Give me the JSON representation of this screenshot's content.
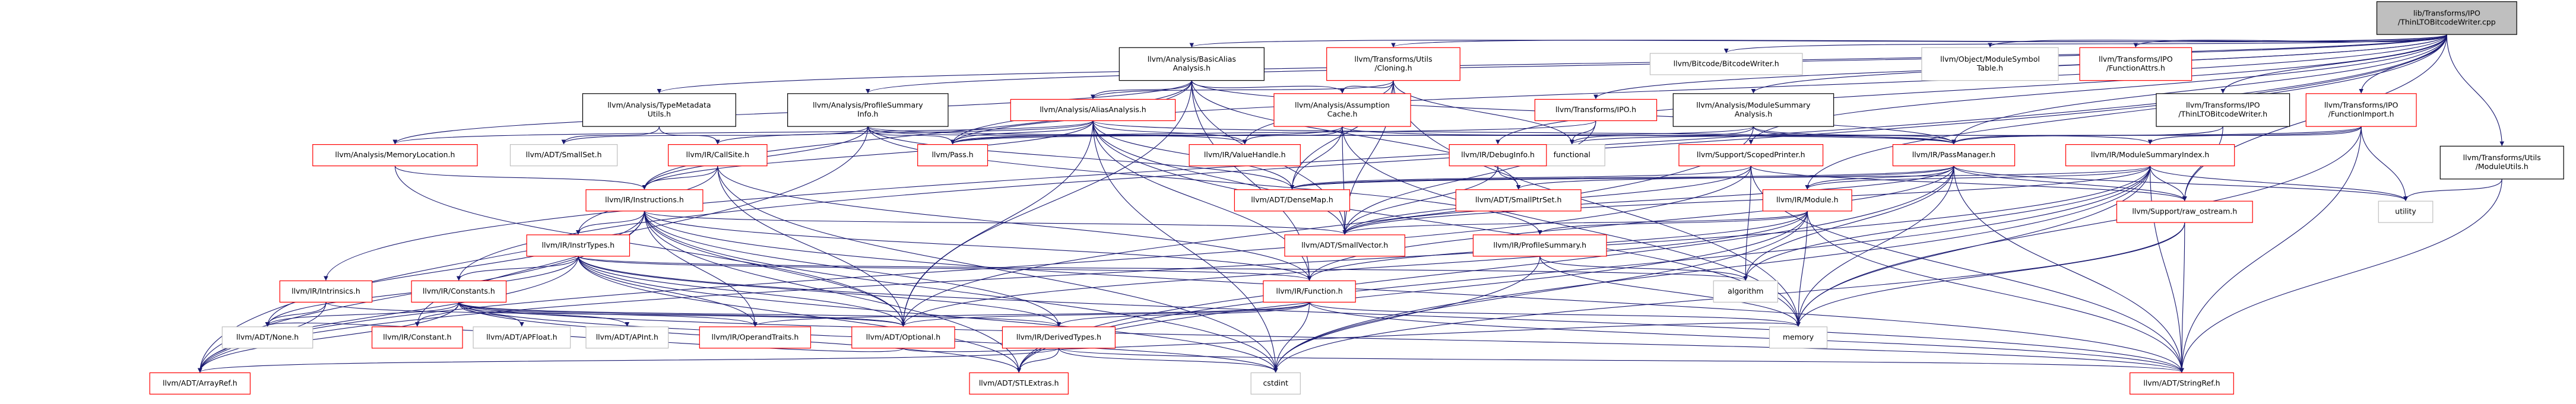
{
  "colors": {
    "edge": "#191970",
    "root_fill": "#bfbfbf",
    "root_border": "#000000",
    "red_border": "#ff0000",
    "black_border": "#000000",
    "grey_border": "#bfbfbf",
    "text": "#000000"
  },
  "nodes": [
    {
      "id": "root",
      "style": "root",
      "lines": [
        "lib/Transforms/IPO",
        "/ThinLTOBitcodeWriter.cpp"
      ]
    },
    {
      "id": "basicaa",
      "style": "black",
      "lines": [
        "llvm/Analysis/BasicAlias",
        "Analysis.h"
      ]
    },
    {
      "id": "cloning",
      "style": "red",
      "lines": [
        "llvm/Transforms/Utils",
        "/Cloning.h"
      ]
    },
    {
      "id": "bitcodewriter",
      "style": "grey",
      "lines": [
        "llvm/Bitcode/BitcodeWriter.h"
      ]
    },
    {
      "id": "modsymtab",
      "style": "grey",
      "lines": [
        "llvm/Object/ModuleSymbol",
        "Table.h"
      ]
    },
    {
      "id": "funcattrs",
      "style": "red",
      "lines": [
        "llvm/Transforms/IPO",
        "/FunctionAttrs.h"
      ]
    },
    {
      "id": "typemeta",
      "style": "black",
      "lines": [
        "llvm/Analysis/TypeMetadata",
        "Utils.h"
      ]
    },
    {
      "id": "profsumm",
      "style": "black",
      "lines": [
        "llvm/Analysis/ProfileSummary",
        "Info.h"
      ]
    },
    {
      "id": "aliasanalysis",
      "style": "red",
      "lines": [
        "llvm/Analysis/AliasAnalysis.h"
      ]
    },
    {
      "id": "assumption",
      "style": "red",
      "lines": [
        "llvm/Analysis/Assumption",
        "Cache.h"
      ]
    },
    {
      "id": "ipo",
      "style": "red",
      "lines": [
        "llvm/Transforms/IPO.h"
      ]
    },
    {
      "id": "modsummana",
      "style": "black",
      "lines": [
        "llvm/Analysis/ModuleSummary",
        "Analysis.h"
      ]
    },
    {
      "id": "thinltoh",
      "style": "black",
      "lines": [
        "llvm/Transforms/IPO",
        "/ThinLTOBitcodeWriter.h"
      ]
    },
    {
      "id": "funcimport",
      "style": "red",
      "lines": [
        "llvm/Transforms/IPO",
        "/FunctionImport.h"
      ]
    },
    {
      "id": "moduleutils",
      "style": "black",
      "lines": [
        "llvm/Transforms/Utils",
        "/ModuleUtils.h"
      ]
    },
    {
      "id": "memloc",
      "style": "red",
      "lines": [
        "llvm/Analysis/MemoryLocation.h"
      ]
    },
    {
      "id": "smallset",
      "style": "grey",
      "lines": [
        "llvm/ADT/SmallSet.h"
      ]
    },
    {
      "id": "callsite",
      "style": "red",
      "lines": [
        "llvm/IR/CallSite.h"
      ]
    },
    {
      "id": "pass",
      "style": "red",
      "lines": [
        "llvm/Pass.h"
      ]
    },
    {
      "id": "valuehandle",
      "style": "red",
      "lines": [
        "llvm/IR/ValueHandle.h"
      ]
    },
    {
      "id": "functional",
      "style": "grey",
      "lines": [
        "functional"
      ]
    },
    {
      "id": "debuginfo",
      "style": "red",
      "lines": [
        "llvm/IR/DebugInfo.h"
      ]
    },
    {
      "id": "passmanager",
      "style": "red",
      "lines": [
        "llvm/IR/PassManager.h"
      ]
    },
    {
      "id": "modsummidx",
      "style": "red",
      "lines": [
        "llvm/IR/ModuleSummaryIndex.h"
      ]
    },
    {
      "id": "scopedprinter",
      "style": "red",
      "lines": [
        "llvm/Support/ScopedPrinter.h"
      ]
    },
    {
      "id": "utility",
      "style": "grey",
      "lines": [
        "utility"
      ]
    },
    {
      "id": "densemap",
      "style": "red",
      "lines": [
        "llvm/ADT/DenseMap.h"
      ]
    },
    {
      "id": "smallptrset",
      "style": "red",
      "lines": [
        "llvm/ADT/SmallPtrSet.h"
      ]
    },
    {
      "id": "instructions",
      "style": "red",
      "lines": [
        "llvm/IR/Instructions.h"
      ]
    },
    {
      "id": "module",
      "style": "red",
      "lines": [
        "llvm/IR/Module.h"
      ]
    },
    {
      "id": "rawostream",
      "style": "red",
      "lines": [
        "llvm/Support/raw_ostream.h"
      ]
    },
    {
      "id": "smallvector",
      "style": "red",
      "lines": [
        "llvm/ADT/SmallVector.h"
      ]
    },
    {
      "id": "instrtypes",
      "style": "red",
      "lines": [
        "llvm/IR/InstrTypes.h"
      ]
    },
    {
      "id": "profilesummary",
      "style": "red",
      "lines": [
        "llvm/IR/ProfileSummary.h"
      ]
    },
    {
      "id": "algorithm",
      "style": "grey",
      "lines": [
        "algorithm"
      ]
    },
    {
      "id": "intrinsics",
      "style": "red",
      "lines": [
        "llvm/IR/Intrinsics.h"
      ]
    },
    {
      "id": "constants",
      "style": "red",
      "lines": [
        "llvm/IR/Constants.h"
      ]
    },
    {
      "id": "function",
      "style": "red",
      "lines": [
        "llvm/IR/Function.h"
      ]
    },
    {
      "id": "none",
      "style": "grey",
      "lines": [
        "llvm/ADT/None.h"
      ]
    },
    {
      "id": "constant",
      "style": "red",
      "lines": [
        "llvm/IR/Constant.h"
      ]
    },
    {
      "id": "apfloat",
      "style": "grey",
      "lines": [
        "llvm/ADT/APFloat.h"
      ]
    },
    {
      "id": "apint",
      "style": "grey",
      "lines": [
        "llvm/ADT/APInt.h"
      ]
    },
    {
      "id": "optional",
      "style": "red",
      "lines": [
        "llvm/ADT/Optional.h"
      ]
    },
    {
      "id": "operandtraits",
      "style": "red",
      "lines": [
        "llvm/IR/OperandTraits.h"
      ]
    },
    {
      "id": "derivedtypes",
      "style": "red",
      "lines": [
        "llvm/IR/DerivedTypes.h"
      ]
    },
    {
      "id": "memory",
      "style": "grey",
      "lines": [
        "memory"
      ]
    },
    {
      "id": "arrayref",
      "style": "red",
      "lines": [
        "llvm/ADT/ArrayRef.h"
      ]
    },
    {
      "id": "stlextras",
      "style": "red",
      "lines": [
        "llvm/ADT/STLExtras.h"
      ]
    },
    {
      "id": "cstdint",
      "style": "grey",
      "lines": [
        "cstdint"
      ]
    },
    {
      "id": "stringref",
      "style": "red",
      "lines": [
        "llvm/ADT/StringRef.h"
      ]
    }
  ],
  "edges": [
    [
      "root",
      "basicaa"
    ],
    [
      "root",
      "cloning"
    ],
    [
      "root",
      "bitcodewriter"
    ],
    [
      "root",
      "modsymtab"
    ],
    [
      "root",
      "funcattrs"
    ],
    [
      "root",
      "typemeta"
    ],
    [
      "root",
      "profsumm"
    ],
    [
      "root",
      "ipo"
    ],
    [
      "root",
      "modsummana"
    ],
    [
      "root",
      "thinltoh"
    ],
    [
      "root",
      "funcimport"
    ],
    [
      "root",
      "moduleutils"
    ],
    [
      "root",
      "debuginfo"
    ],
    [
      "root",
      "passmanager"
    ],
    [
      "root",
      "scopedprinter"
    ],
    [
      "root",
      "rawostream"
    ],
    [
      "root",
      "intrinsics"
    ],
    [
      "root",
      "constants"
    ],
    [
      "root",
      "module"
    ],
    [
      "root",
      "pass"
    ],
    [
      "basicaa",
      "aliasanalysis"
    ],
    [
      "basicaa",
      "assumption"
    ],
    [
      "basicaa",
      "memloc"
    ],
    [
      "basicaa",
      "pass"
    ],
    [
      "basicaa",
      "passmanager"
    ],
    [
      "basicaa",
      "smallptrset"
    ],
    [
      "basicaa",
      "instructions"
    ],
    [
      "basicaa",
      "function"
    ],
    [
      "basicaa",
      "optional"
    ],
    [
      "basicaa",
      "smallvector"
    ],
    [
      "cloning",
      "aliasanalysis"
    ],
    [
      "cloning",
      "assumption"
    ],
    [
      "cloning",
      "valuehandle"
    ],
    [
      "cloning",
      "functional"
    ],
    [
      "cloning",
      "memory"
    ],
    [
      "cloning",
      "smallvector"
    ],
    [
      "cloning",
      "densemap"
    ],
    [
      "typemeta",
      "callsite"
    ],
    [
      "typemeta",
      "smallset"
    ],
    [
      "profsumm",
      "pass"
    ],
    [
      "profsumm",
      "passmanager"
    ],
    [
      "profsumm",
      "densemap"
    ],
    [
      "profsumm",
      "instructions"
    ],
    [
      "profsumm",
      "profilesummary"
    ],
    [
      "profsumm",
      "valuehandle"
    ],
    [
      "profsumm",
      "smallset"
    ],
    [
      "profsumm",
      "arrayref"
    ],
    [
      "aliasanalysis",
      "memloc"
    ],
    [
      "aliasanalysis",
      "pass"
    ],
    [
      "aliasanalysis",
      "callsite"
    ],
    [
      "aliasanalysis",
      "passmanager"
    ],
    [
      "aliasanalysis",
      "densemap"
    ],
    [
      "aliasanalysis",
      "instructions"
    ],
    [
      "aliasanalysis",
      "function"
    ],
    [
      "aliasanalysis",
      "optional"
    ],
    [
      "aliasanalysis",
      "smallvector"
    ],
    [
      "aliasanalysis",
      "cstdint"
    ],
    [
      "aliasanalysis",
      "memory"
    ],
    [
      "aliasanalysis",
      "valuehandle"
    ],
    [
      "assumption",
      "pass"
    ],
    [
      "assumption",
      "passmanager"
    ],
    [
      "assumption",
      "valuehandle"
    ],
    [
      "assumption",
      "densemap"
    ],
    [
      "assumption",
      "smallvector"
    ],
    [
      "assumption",
      "memory"
    ],
    [
      "ipo",
      "functional"
    ],
    [
      "ipo",
      "pass"
    ],
    [
      "ipo",
      "smallvector"
    ],
    [
      "modsummana",
      "functional"
    ],
    [
      "modsummana",
      "passmanager"
    ],
    [
      "modsummana",
      "modsummidx"
    ],
    [
      "modsummana",
      "pass"
    ],
    [
      "modsummana",
      "optional"
    ],
    [
      "thinltoh",
      "passmanager"
    ],
    [
      "thinltoh",
      "rawostream"
    ],
    [
      "funcimport",
      "modsummidx"
    ],
    [
      "funcimport",
      "passmanager"
    ],
    [
      "funcimport",
      "functional"
    ],
    [
      "funcimport",
      "memory"
    ],
    [
      "funcimport",
      "utility"
    ],
    [
      "funcimport",
      "stringref"
    ],
    [
      "moduleutils",
      "utility"
    ],
    [
      "moduleutils",
      "stringref"
    ],
    [
      "memloc",
      "instructions"
    ],
    [
      "memloc",
      "optional"
    ],
    [
      "callsite",
      "instructions"
    ],
    [
      "callsite",
      "instrtypes"
    ],
    [
      "callsite",
      "function"
    ],
    [
      "callsite",
      "optional"
    ],
    [
      "callsite",
      "cstdint"
    ],
    [
      "debuginfo",
      "smallptrset"
    ],
    [
      "debuginfo",
      "smallvector"
    ],
    [
      "passmanager",
      "densemap"
    ],
    [
      "passmanager",
      "module"
    ],
    [
      "passmanager",
      "function"
    ],
    [
      "passmanager",
      "smallptrset"
    ],
    [
      "passmanager",
      "smallvector"
    ],
    [
      "passmanager",
      "algorithm"
    ],
    [
      "passmanager",
      "memory"
    ],
    [
      "passmanager",
      "utility"
    ],
    [
      "passmanager",
      "stringref"
    ],
    [
      "passmanager",
      "stlextras"
    ],
    [
      "passmanager",
      "rawostream"
    ],
    [
      "modsummidx",
      "densemap"
    ],
    [
      "modsummidx",
      "module"
    ],
    [
      "modsummidx",
      "smallvector"
    ],
    [
      "modsummidx",
      "stringref"
    ],
    [
      "modsummidx",
      "algorithm"
    ],
    [
      "modsummidx",
      "memory"
    ],
    [
      "modsummidx",
      "arrayref"
    ],
    [
      "modsummidx",
      "cstdint"
    ],
    [
      "modsummidx",
      "utility"
    ],
    [
      "modsummidx",
      "stlextras"
    ],
    [
      "modsummidx",
      "rawostream"
    ],
    [
      "scopedprinter",
      "densemap"
    ],
    [
      "scopedprinter",
      "smallvector"
    ],
    [
      "scopedprinter",
      "stringref"
    ],
    [
      "scopedprinter",
      "algorithm"
    ],
    [
      "scopedprinter",
      "rawostream"
    ],
    [
      "scopedprinter",
      "arrayref"
    ],
    [
      "instructions",
      "instrtypes"
    ],
    [
      "instructions",
      "constant"
    ],
    [
      "instructions",
      "derivedtypes"
    ],
    [
      "instructions",
      "function"
    ],
    [
      "instructions",
      "operandtraits"
    ],
    [
      "instructions",
      "none"
    ],
    [
      "instructions",
      "arrayref"
    ],
    [
      "instructions",
      "stlextras"
    ],
    [
      "instructions",
      "optional"
    ],
    [
      "instructions",
      "stringref"
    ],
    [
      "instructions",
      "cstdint"
    ],
    [
      "instructions",
      "smallvector"
    ],
    [
      "module",
      "function"
    ],
    [
      "module",
      "profilesummary"
    ],
    [
      "module",
      "stringref"
    ],
    [
      "module",
      "memory"
    ],
    [
      "module",
      "cstdint"
    ],
    [
      "module",
      "stlextras"
    ],
    [
      "module",
      "optional"
    ],
    [
      "module",
      "smallvector"
    ],
    [
      "rawostream",
      "stringref"
    ],
    [
      "rawostream",
      "cstdint"
    ],
    [
      "rawostream",
      "memory"
    ],
    [
      "instrtypes",
      "constants"
    ],
    [
      "instrtypes",
      "derivedtypes"
    ],
    [
      "instrtypes",
      "function"
    ],
    [
      "instrtypes",
      "operandtraits"
    ],
    [
      "instrtypes",
      "none"
    ],
    [
      "instrtypes",
      "optional"
    ],
    [
      "instrtypes",
      "arrayref"
    ],
    [
      "instrtypes",
      "stlextras"
    ],
    [
      "instrtypes",
      "stringref"
    ],
    [
      "instrtypes",
      "algorithm"
    ],
    [
      "instrtypes",
      "cstdint"
    ],
    [
      "profilesummary",
      "algorithm"
    ],
    [
      "profilesummary",
      "cstdint"
    ],
    [
      "profilesummary",
      "memory"
    ],
    [
      "intrinsics",
      "none"
    ],
    [
      "intrinsics",
      "arrayref"
    ],
    [
      "intrinsics",
      "optional"
    ],
    [
      "constants",
      "constant"
    ],
    [
      "constants",
      "apfloat"
    ],
    [
      "constants",
      "apint"
    ],
    [
      "constants",
      "none"
    ],
    [
      "constants",
      "optional"
    ],
    [
      "constants",
      "derivedtypes"
    ],
    [
      "constants",
      "operandtraits"
    ],
    [
      "constants",
      "arrayref"
    ],
    [
      "constants",
      "stringref"
    ],
    [
      "constants",
      "cstdint"
    ],
    [
      "constants",
      "stlextras"
    ],
    [
      "function",
      "derivedtypes"
    ],
    [
      "function",
      "operandtraits"
    ],
    [
      "function",
      "stringref"
    ],
    [
      "function",
      "memory"
    ],
    [
      "function",
      "cstdint"
    ],
    [
      "function",
      "optional"
    ],
    [
      "derivedtypes",
      "arrayref"
    ],
    [
      "derivedtypes",
      "stringref"
    ],
    [
      "derivedtypes",
      "stlextras"
    ],
    [
      "derivedtypes",
      "cstdint"
    ],
    [
      "optional",
      "none"
    ],
    [
      "optional",
      "memory"
    ]
  ]
}
